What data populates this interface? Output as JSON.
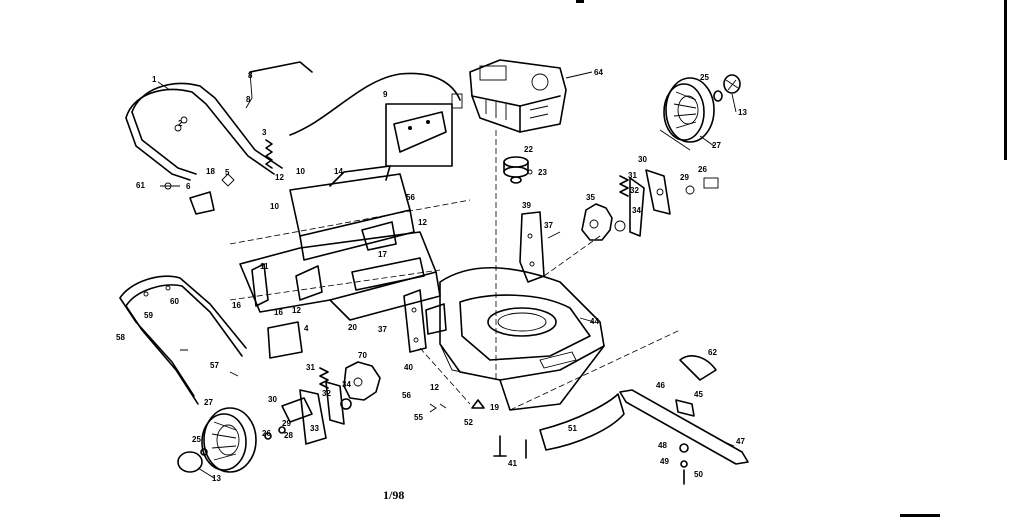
{
  "footer": {
    "code": "1/98"
  },
  "callouts": {
    "c1": "1",
    "c2": "2",
    "c3": "3",
    "c4": "4",
    "c5": "5",
    "c6": "6",
    "c8": "8",
    "c9": "9",
    "c10a": "10",
    "c10b": "10",
    "c11": "11",
    "c12a": "12",
    "c12b": "12",
    "c12c": "12",
    "c12d": "12",
    "c13a": "13",
    "c13b": "13",
    "c14": "14",
    "c16a": "16",
    "c16b": "16",
    "c17": "17",
    "c18": "18",
    "c19": "19",
    "c20": "20",
    "c22": "22",
    "c23": "23",
    "c25a": "25",
    "c25b": "25",
    "c26a": "26",
    "c26b": "26",
    "c27a": "27",
    "c27b": "27",
    "c28": "28",
    "c29a": "29",
    "c29b": "29",
    "c30a": "30",
    "c30b": "30",
    "c31a": "31",
    "c31b": "31",
    "c32a": "32",
    "c32b": "32",
    "c33": "33",
    "c34a": "34",
    "c34b": "34",
    "c35": "35",
    "c37a": "37",
    "c37b": "37",
    "c39": "39",
    "c40": "40",
    "c41": "41",
    "c44": "44",
    "c45": "45",
    "c46": "46",
    "c47": "47",
    "c48": "48",
    "c49": "49",
    "c50": "50",
    "c51": "51",
    "c52": "52",
    "c55": "55",
    "c56a": "56",
    "c56b": "56",
    "c57": "57",
    "c58": "58",
    "c59": "59",
    "c60": "60",
    "c61": "61",
    "c62": "62",
    "c64": "64",
    "c70": "70",
    "c8b": "8"
  }
}
